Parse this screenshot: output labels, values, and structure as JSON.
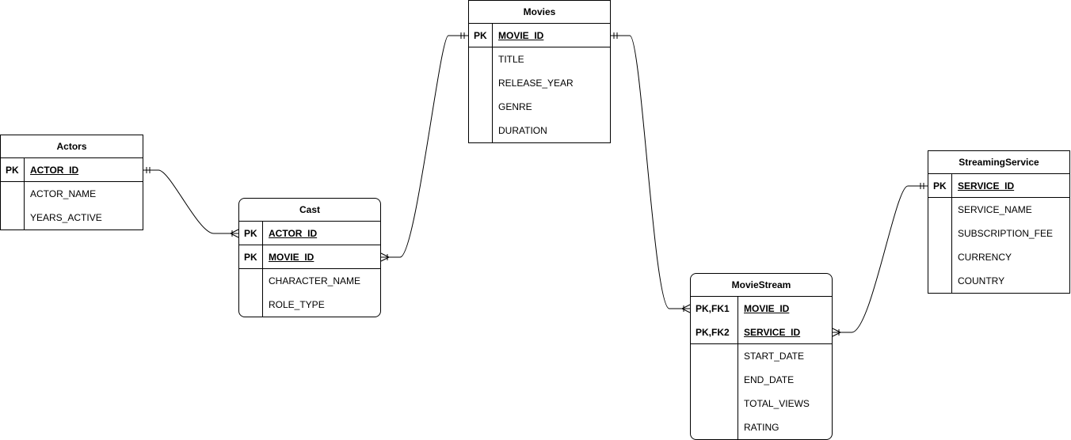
{
  "entities": {
    "movies": {
      "title": "Movies",
      "keys": [
        {
          "marker": "PK",
          "name": "MOVIE_ID"
        }
      ],
      "attributes": [
        "TITLE",
        "RELEASE_YEAR",
        "GENRE",
        "DURATION"
      ]
    },
    "actors": {
      "title": "Actors",
      "keys": [
        {
          "marker": "PK",
          "name": "ACTOR_ID"
        }
      ],
      "attributes": [
        "ACTOR_NAME",
        "YEARS_ACTIVE"
      ]
    },
    "cast": {
      "title": "Cast",
      "keys": [
        {
          "marker": "PK",
          "name": "ACTOR_ID"
        },
        {
          "marker": "PK",
          "name": "MOVIE_ID"
        }
      ],
      "attributes": [
        "CHARACTER_NAME",
        "ROLE_TYPE"
      ]
    },
    "moviestream": {
      "title": "MovieStream",
      "keys": [
        {
          "marker": "PK,FK1",
          "name": "MOVIE_ID"
        },
        {
          "marker": "PK,FK2",
          "name": "SERVICE_ID"
        }
      ],
      "attributes": [
        "START_DATE",
        "END_DATE",
        "TOTAL_VIEWS",
        "RATING"
      ]
    },
    "streamingservice": {
      "title": "StreamingService",
      "keys": [
        {
          "marker": "PK",
          "name": "SERVICE_ID"
        }
      ],
      "attributes": [
        "SERVICE_NAME",
        "SUBSCRIPTION_FEE",
        "CURRENCY",
        "COUNTRY"
      ]
    }
  },
  "relationships": [
    {
      "from": "actors.ACTOR_ID",
      "from_cardinality": "one-and-only-one",
      "to": "cast.ACTOR_ID",
      "to_cardinality": "one-or-many"
    },
    {
      "from": "movies.MOVIE_ID",
      "from_cardinality": "one-and-only-one",
      "to": "cast.MOVIE_ID",
      "to_cardinality": "one-or-many"
    },
    {
      "from": "movies.MOVIE_ID",
      "from_cardinality": "one-and-only-one",
      "to": "moviestream.MOVIE_ID",
      "to_cardinality": "one-or-many"
    },
    {
      "from": "streamingservice.SERVICE_ID",
      "from_cardinality": "one-and-only-one",
      "to": "moviestream.SERVICE_ID",
      "to_cardinality": "one-or-many"
    }
  ]
}
